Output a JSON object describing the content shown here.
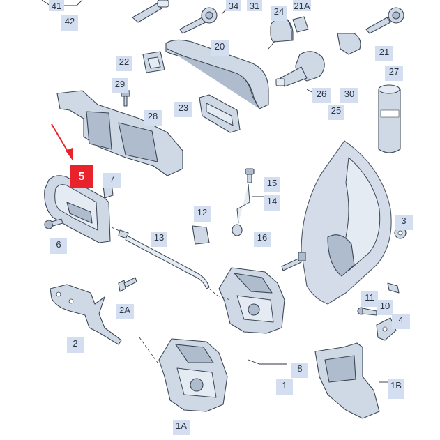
{
  "labels": {
    "l41": "41",
    "l42": "42",
    "l34": "34",
    "l31": "31",
    "l24": "24",
    "l21a": "21A",
    "l20": "20",
    "l22": "22",
    "l21": "21",
    "l27": "27",
    "l29": "29",
    "l26": "26",
    "l30": "30",
    "l25": "25",
    "l23": "23",
    "l28": "28",
    "l5": "5",
    "l7": "7",
    "l15": "15",
    "l14": "14",
    "l12": "12",
    "l13": "13",
    "l16": "16",
    "l3": "3",
    "l6": "6",
    "l2a": "2A",
    "l11": "11",
    "l10": "10",
    "l4": "4",
    "l2": "2",
    "l8": "8",
    "l1": "1",
    "l1b": "1B",
    "l1a": "1A"
  },
  "highlight_color": "#e8232c",
  "label_color": "#d3dff0"
}
